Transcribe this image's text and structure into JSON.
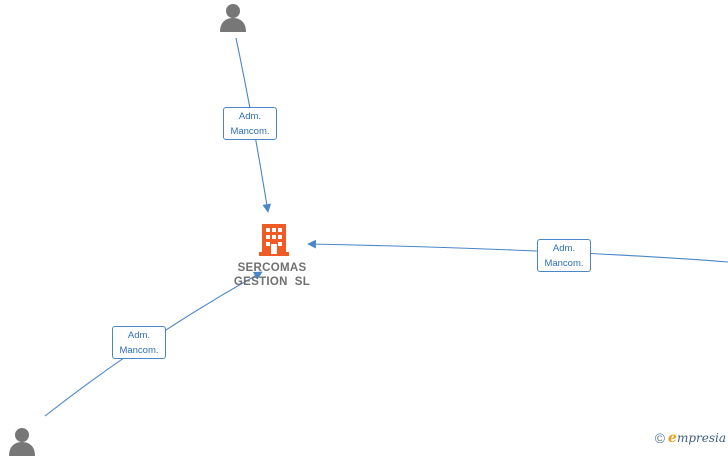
{
  "company": {
    "name_line1": "SERCOMAS",
    "name_line2": "GESTION  SL",
    "icon": "building-icon",
    "icon_color": "#f05a24"
  },
  "persons": [
    {
      "icon": "person-icon"
    },
    {
      "icon": "person-icon"
    }
  ],
  "relations": [
    {
      "line1": "Adm.",
      "line2": "Mancom."
    },
    {
      "line1": "Adm.",
      "line2": "Mancom."
    },
    {
      "line1": "Adm.",
      "line2": "Mancom."
    }
  ],
  "colors": {
    "edge": "#4a86c8",
    "person": "#777777",
    "label_text": "#707070"
  },
  "watermark": {
    "copyright": "©",
    "brand_initial": "e",
    "brand_rest": "mpresia"
  }
}
